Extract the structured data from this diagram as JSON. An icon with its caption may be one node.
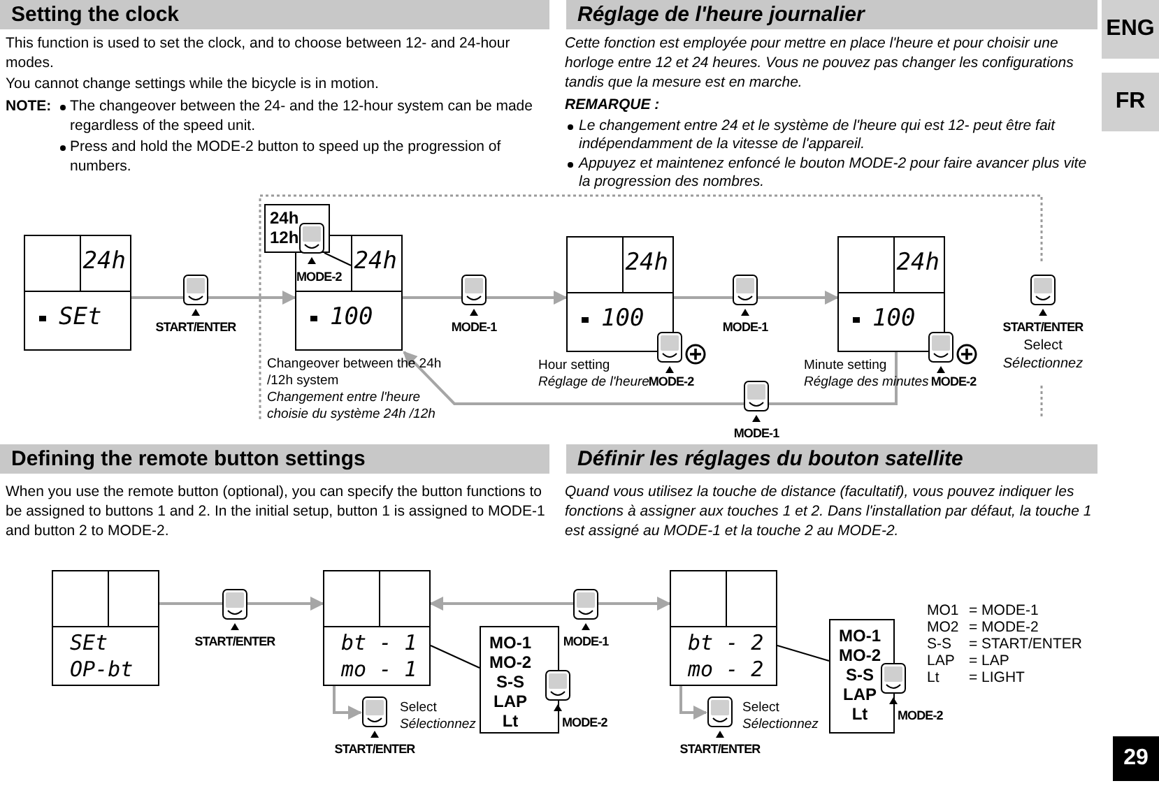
{
  "diagram": {
    "nodes": [
      {
        "text": [
          "24h",
          "SEt"
        ]
      },
      {
        "text": [
          "24h",
          "100"
        ],
        "beside": [
          "Changeover between the 24h /12h system",
          "Changement entre l'heure choisie du système 24h /12h"
        ]
      },
      {
        "text": [
          "24h 12h",
          "MODE-2"
        ]
      },
      {
        "text": [
          "24h",
          "100"
        ],
        "beside": [
          "Hour setting",
          "Réglage de l'heure"
        ]
      },
      {
        "text": [
          "24h",
          "100"
        ],
        "beside": [
          "Minute setting",
          "Réglage des minutes"
        ]
      },
      {
        "text": [
          "SEt",
          "OP-bt"
        ]
      },
      {
        "text": [
          "bt - 1",
          "mo - 1"
        ]
      },
      {
        "text": [
          "MO-1 MO-2 S-S LAP Lt",
          "MODE-2"
        ]
      },
      {
        "text": [
          "START/ENTER"
        ],
        "beside": [
          "Select",
          "Sélectionnez"
        ]
      },
      {
        "text": [
          "bt - 2",
          "mo - 2"
        ]
      },
      {
        "text": [
          "MO-1 MO-2 S-S LAP Lt",
          "MODE-2"
        ]
      },
      {
        "text": [
          "START/ENTER"
        ],
        "beside": [
          "Select",
          "Sélectionnez"
        ]
      }
    ],
    "edges": [
      {
        "from": 0,
        "to": 1,
        "arrow": "to",
        "label": "START/ENTER"
      },
      {
        "from": 1,
        "to": 3,
        "arrow": "to",
        "label": "MODE-1"
      },
      {
        "from": 3,
        "to": 4,
        "arrow": "to",
        "label": "MODE-1"
      },
      {
        "from": 4,
        "to": 1,
        "arrow": "to",
        "label": "MODE-1"
      },
      {
        "from": 2,
        "to": 1,
        "arrow": "none",
        "color": "#000000"
      },
      {
        "from": 5,
        "to": 6,
        "arrow": "to",
        "label": "START/ENTER"
      },
      {
        "from": 6,
        "to": 9,
        "arrow": "both",
        "label": "MODE-1"
      },
      {
        "from": 6,
        "to": 8,
        "arrow": "to"
      },
      {
        "from": 7,
        "to": 6,
        "arrow": "none",
        "color": "#000000"
      },
      {
        "from": 9,
        "to": 11,
        "arrow": "to"
      },
      {
        "from": 10,
        "to": 9,
        "arrow": "none",
        "color": "#000000"
      }
    ],
    "labels": [
      "Setting the clock",
      "Réglage de l'heure journalier",
      "ENG",
      "This function is used to set the clock, and to choose between 12- and 24-hour modes.",
      "You cannot change settings while the bicycle is in motion.",
      "NOTE:",
      "The changeover between the 24- and the 12-hour system can be made regardless of the speed unit.",
      "Press and hold the MODE-2 button to speed up the progression of numbers.",
      "Cette fonction est employée pour mettre en place l'heure et pour choisir une horloge entre 12 et 24 heures. Vous ne pouvez pas changer les configurations tandis que la mesure est en marche.",
      "REMARQUE :",
      "Le changement entre 24 et le système de l'heure qui est 12- peut être fait indépendamment de la vitesse de l'appareil.",
      "Appuyez et maintenez enfoncé le bouton MODE-2 pour faire avancer plus vite la progression des nombres.",
      "FR",
      "MODE-2",
      "MODE-2",
      "START/ENTER",
      "Select",
      "Sélectionnez",
      "Defining the remote button settings",
      "Définir les réglages du bouton satellite",
      "When you use the remote button (optional), you can specify the button functions to be assigned to buttons 1 and 2.  In the initial setup, button 1 is assigned to MODE-1 and button 2 to MODE-2.",
      "Quand vous utilisez la touche de distance (facultatif), vous pouvez indiquer les fonctions à assigner aux touches 1 et 2. Dans l'installation par défaut, la touche 1 est assigné au MODE-1 et la touche 2 au MODE-2.",
      "MO1",
      "= MODE-1",
      "MO2",
      "= MODE-2",
      "S-S",
      "= START/ENTER",
      "LAP",
      "= LAP",
      "Lt",
      "= LIGHT",
      "29"
    ]
  }
}
